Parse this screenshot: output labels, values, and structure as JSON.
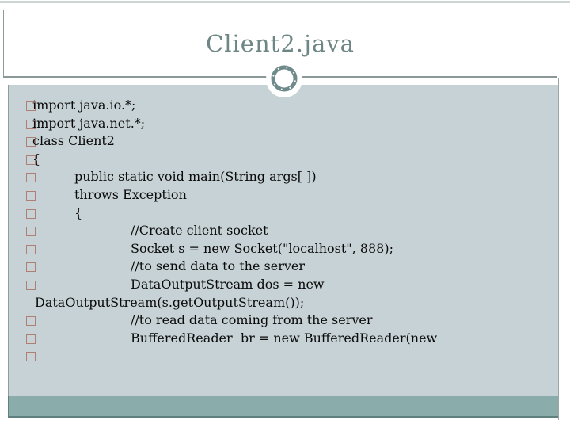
{
  "slide": {
    "title": "Client2.java",
    "colors": {
      "title_text": "#6e8786",
      "frame_border": "#8d9a9a",
      "top_strip": "#cdd5d5",
      "content_bg": "#c7d2d6",
      "band_bg": "#8aacab",
      "band_edge": "#5e807e",
      "bullet_border": "#b07f74",
      "ring": "#6f8a8a",
      "body_text": "#0a0a0a"
    },
    "code_lines": [
      {
        "bullet": true,
        "indent": 0,
        "text": "import java.io.*;"
      },
      {
        "bullet": true,
        "indent": 0,
        "text": "import java.net.*;"
      },
      {
        "bullet": true,
        "indent": 0,
        "text": "class Client2"
      },
      {
        "bullet": true,
        "indent": 0,
        "text": "{"
      },
      {
        "bullet": true,
        "indent": 1,
        "text": "public static void main(String args[ ])"
      },
      {
        "bullet": true,
        "indent": 1,
        "text": "throws Exception"
      },
      {
        "bullet": true,
        "indent": 1,
        "text": "{"
      },
      {
        "bullet": true,
        "indent": 2,
        "text": "//Create client socket"
      },
      {
        "bullet": true,
        "indent": 2,
        "text": "Socket s = new Socket(\"localhost\", 888);"
      },
      {
        "bullet": true,
        "indent": 2,
        "text": "//to send data to the server"
      },
      {
        "bullet": true,
        "indent": 2,
        "text": "DataOutputStream dos = new"
      },
      {
        "bullet": false,
        "indent": "cont",
        "text": "DataOutputStream(s.getOutputStream());"
      },
      {
        "bullet": true,
        "indent": 2,
        "text": "//to read data coming from the server"
      },
      {
        "bullet": true,
        "indent": 2,
        "text": "BufferedReader  br = new BufferedReader(new"
      },
      {
        "bullet": true,
        "indent": 2,
        "text": ""
      }
    ]
  }
}
